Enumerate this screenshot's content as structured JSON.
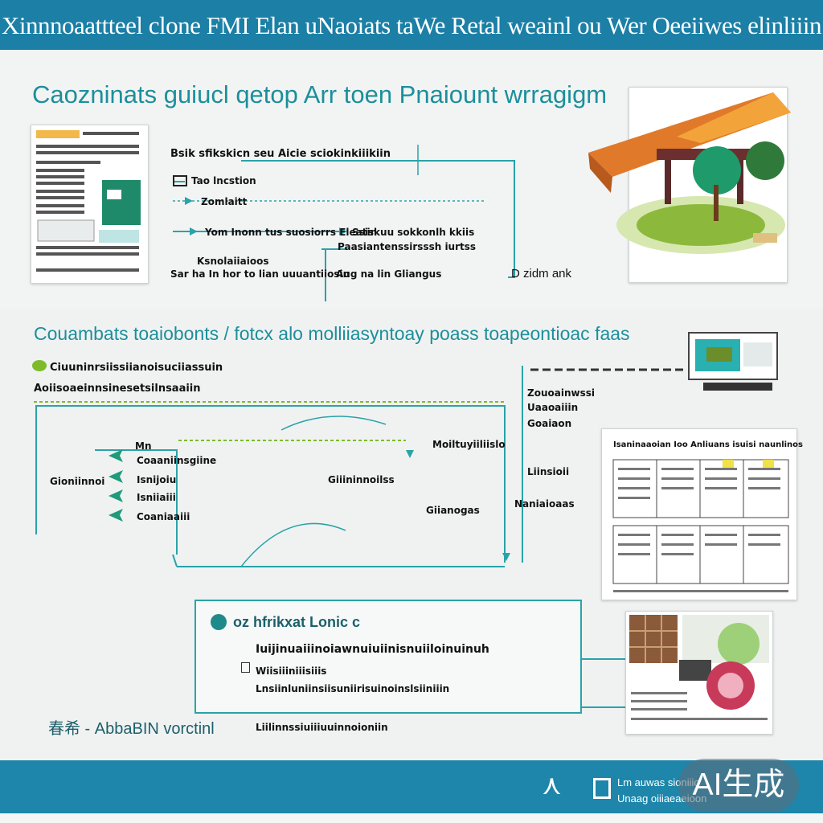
{
  "header": {
    "title": "Xinnnoaattteel clone FMI Elan uNaoiats taWe Retal weainl ou Wer Oeeiiwes elinliiin"
  },
  "section_top": {
    "heading": "Caozninats guiucl qetop Arr toen Pnaiount wrragigm",
    "flow_title": "Bsik sfikskicn seu Aicie sciokinkiiikiin",
    "flow_item_1": "Tao lncstion",
    "flow_item_2": "Zomlaitt",
    "flow_item_3": "Yom Inonn tus suosiorrs Eleatin",
    "flow_item_4": "Ksnolaiiaioos",
    "flow_item_5": "Sar ha In hor to lian uuuantiiosin",
    "flow_item_6": "Ssiskuu sokkonlh kkiis",
    "flow_item_7": "Paasiantenssirsssh iurtss",
    "flow_item_8": "Aug na lin Gliangus",
    "side_label": "D zidm ank"
  },
  "section_bottom": {
    "heading": "Couambats toaiobonts / fotcx alo molliiasyntoay poass toapeontioac faas",
    "line_1": "Ciuuninrsiissiianoisuciiassuin",
    "line_2": "Aoiisoaeinnsinesetsilnsaaiin",
    "item_a": "Mn",
    "item_b": "Coaaniinsgiine",
    "item_c": "Isnijoiu",
    "item_d": "Isniiaiii",
    "item_e": "Coaniaaiii",
    "item_f": "Gioniinnoi",
    "mid_1": "Moiltuyiiliislo",
    "mid_2": "Giiininnoilss",
    "mid_3": "Giianogas",
    "right_1": "Zouoainwssi",
    "right_2": "Uaaoaiiin",
    "right_3": "Goaiaon",
    "right_4": "Liinsioii",
    "right_5": "Naniaioaas",
    "doc_head": "Isaninaaoian Ioo Anliuans isuisi naunlinos"
  },
  "box": {
    "title": "oz hfrikxat Lonic c",
    "line_1": "Iuijinuaiiinoiawnuiuiinisnuiiloinuinuh",
    "line_2": "Wiisiiiniiisiiis",
    "line_3": "Lnsiinluniinsiisuniirisuinoinslsiiniiin",
    "line_4": "Liilinnssiuiiiuuinnoioniin"
  },
  "footer_left": "春希 - AbbaBIN vorctinl",
  "bottom_banner": {
    "line_1": "Lm auwas sioniiio",
    "line_2": "Unaag oiiiaeaeioon"
  },
  "watermark": "AI生成",
  "colors": {
    "banner": "#1b7fa6",
    "teal": "#1c8f9b",
    "green": "#7dbb2a",
    "orange": "#e07a2a"
  }
}
